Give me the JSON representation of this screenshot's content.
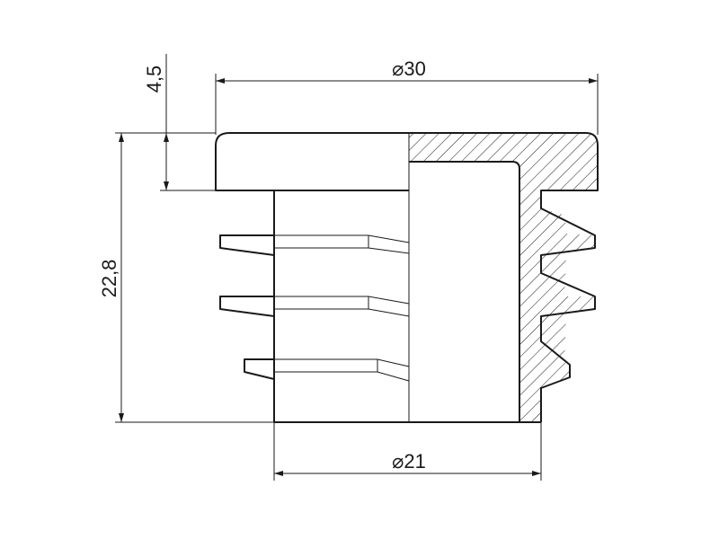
{
  "drawing": {
    "subject": "",
    "dimensions": {
      "top_diameter": "30",
      "bottom_diameter": "21",
      "cap_height": "4,5",
      "total_height": "22,8"
    },
    "diameter_symbol": "⌀",
    "colors": {
      "line": "#1a1a1a",
      "background": "#ffffff"
    }
  }
}
